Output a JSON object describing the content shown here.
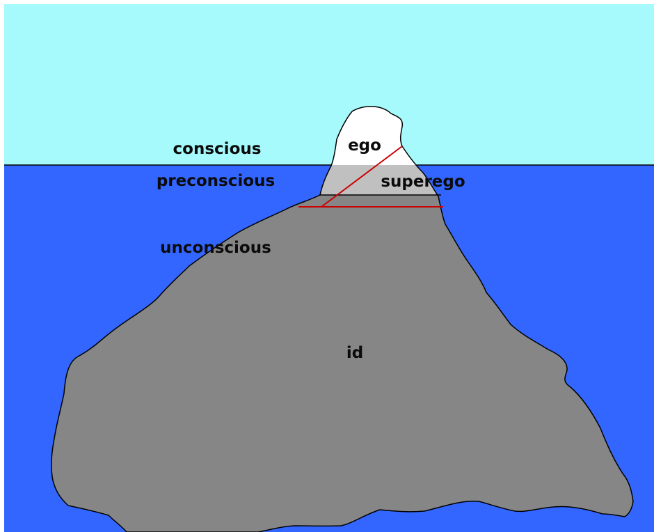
{
  "labels": {
    "conscious": "conscious",
    "preconscious": "preconscious",
    "unconscious": "unconscious",
    "ego": "ego",
    "superego": "superego",
    "id": "id"
  },
  "colors": {
    "sky": "#a6fafc",
    "water": "#3366ff",
    "iceberg_tip": "#ffffff",
    "preconscious_band": "#c0c0c0",
    "submerged_ice": "#868686",
    "outline": "#000000",
    "divider": "#cc0000"
  }
}
